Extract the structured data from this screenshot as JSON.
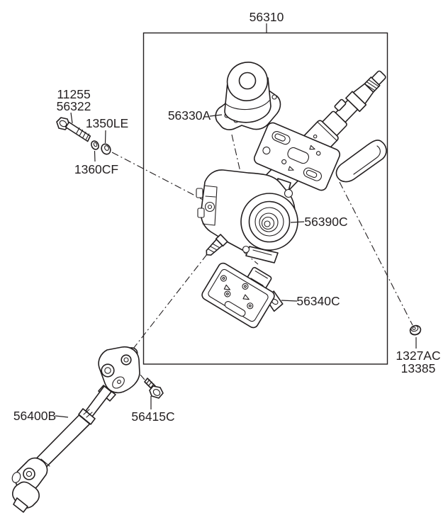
{
  "colors": {
    "ink": "#231f20",
    "background": "#ffffff"
  },
  "diagram": {
    "type": "exploded-parts-illustration",
    "subject": "steering column and intermediate shaft",
    "labels": {
      "assembly": "56310",
      "motor": "56330A",
      "gearbox": "56390C",
      "controller": "56340C",
      "intermediate_shaft": "56400B",
      "shaft_bolt": "56415C",
      "mount_bolt_line1": "11255",
      "mount_bolt_line2": "56322",
      "washer_plain": "1350LE",
      "washer_spring": "1360CF",
      "nut_line1": "1327AC",
      "nut_line2": "13385"
    }
  }
}
